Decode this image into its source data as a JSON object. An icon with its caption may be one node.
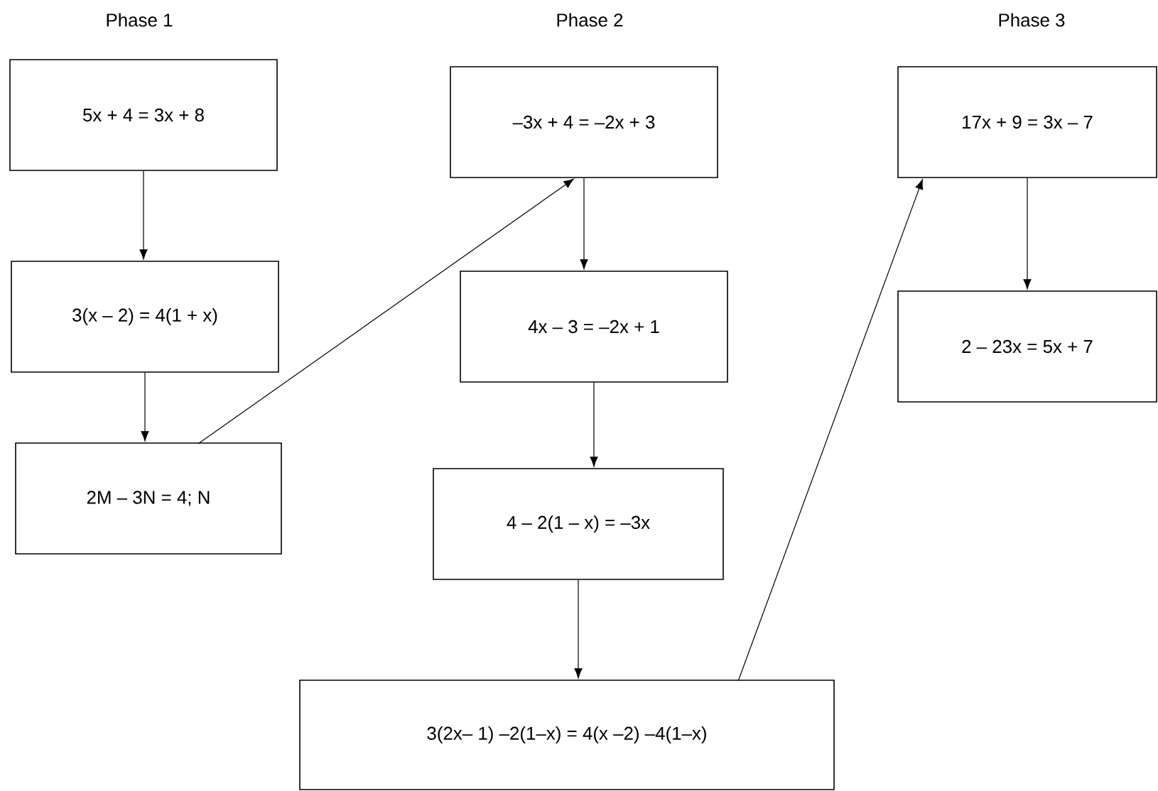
{
  "diagram": {
    "nodes": [
      {
        "text": [
          "5x + 4 = 3x + 8"
        ]
      },
      {
        "text": [
          "3(x – 2) = 4(1 + x)"
        ]
      },
      {
        "text": [
          "2M – 3N = 4; N"
        ]
      },
      {
        "text": [
          "–3x + 4 = –2x + 3"
        ]
      },
      {
        "text": [
          "4x – 3 = –2x + 1"
        ]
      },
      {
        "text": [
          "4 – 2(1 – x) = –3x"
        ]
      },
      {
        "text": [
          "3(2x– 1) –2(1–x) = 4(x –2) –4(1–x)"
        ]
      },
      {
        "text": [
          "17x + 9 = 3x – 7"
        ]
      },
      {
        "text": [
          "2 – 23x = 5x + 7"
        ]
      }
    ],
    "edges": [
      {
        "from": 0,
        "to": 1,
        "arrow": "to"
      },
      {
        "from": 1,
        "to": 2,
        "arrow": "to"
      },
      {
        "from": 2,
        "to": 3,
        "arrow": "to"
      },
      {
        "from": 3,
        "to": 4,
        "arrow": "to"
      },
      {
        "from": 4,
        "to": 5,
        "arrow": "to"
      },
      {
        "from": 5,
        "to": 6,
        "arrow": "to"
      },
      {
        "from": 6,
        "to": 7,
        "arrow": "to"
      },
      {
        "from": 7,
        "to": 8,
        "arrow": "to"
      }
    ],
    "labels": [
      "Phase 1",
      "Phase 2",
      "Phase 3"
    ]
  }
}
